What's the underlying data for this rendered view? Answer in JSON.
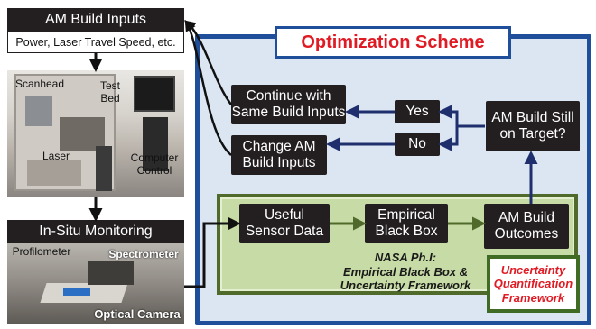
{
  "left": {
    "build_inputs": {
      "title": "AM Build Inputs",
      "subtitle": "Power, Laser Travel Speed, etc."
    },
    "machine_photo": {
      "labels": {
        "scanhead": "Scanhead",
        "test_bed": "Test\nBed",
        "laser": "Laser",
        "computer_control": "Computer\nControl"
      }
    },
    "monitoring": {
      "title": "In-Situ Monitoring",
      "labels": {
        "profilometer": "Profilometer",
        "spectrometer": "Spectrometer",
        "optical_camera": "Optical Camera"
      }
    }
  },
  "scheme": {
    "title": "Optimization Scheme",
    "nodes": {
      "continue": "Continue with\nSame Build Inputs",
      "change": "Change AM\nBuild Inputs",
      "yes": "Yes",
      "no": "No",
      "on_target": "AM Build Still\non Target?",
      "sensor_data": "Useful\nSensor Data",
      "black_box": "Empirical\nBlack Box",
      "outcomes": "AM Build\nOutcomes"
    },
    "nasa_label": "NASA Ph.I:\nEmpirical Black Box &\nUncertainty Framework",
    "uq_label": "Uncertainty\nQuantification\nFramework"
  },
  "colors": {
    "scheme_blue": "#1f4e9a",
    "title_red": "#e01b24",
    "box_dark": "#231f20",
    "green_fill": "#c7dba6",
    "green_border": "#4f6a2a",
    "arrow_navy": "#1f2f6e",
    "arrow_green": "#4f6a2a"
  }
}
